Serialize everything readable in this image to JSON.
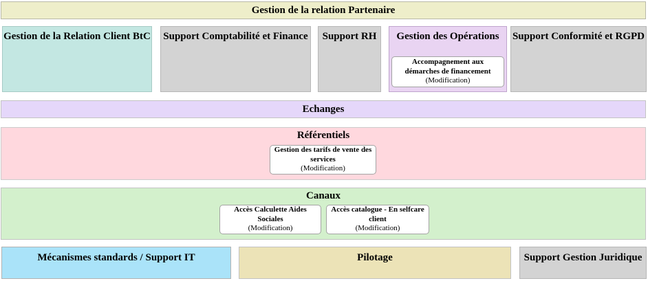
{
  "header": {
    "title": "Gestion de la relation Partenaire"
  },
  "domains": {
    "client_btc": {
      "label": "Gestion de la Relation Client BtC"
    },
    "compta_finance": {
      "label": "Support Comptabilité et Finance"
    },
    "rh": {
      "label": "Support RH"
    },
    "operations": {
      "label": "Gestion des Opérations",
      "item": {
        "name": "Accompagnement aux démarches de financement",
        "tag": "(Modification)"
      }
    },
    "conformite_rgpd": {
      "label": "Support Conformité et RGPD"
    }
  },
  "bands": {
    "echanges": {
      "label": "Echanges"
    },
    "referentiels": {
      "label": "Référentiels",
      "items": [
        {
          "name": "Gestion des tarifs de vente des services",
          "tag": "(Modification)"
        }
      ]
    },
    "canaux": {
      "label": "Canaux",
      "items": [
        {
          "name": "Accès Calculette Aides Sociales",
          "tag": "(Modification)"
        },
        {
          "name": "Accès catalogue - En selfcare client",
          "tag": "(Modification)"
        }
      ]
    }
  },
  "footer": {
    "mecanismes": {
      "label": "Mécanismes standards / Support IT"
    },
    "pilotage": {
      "label": "Pilotage"
    },
    "juridique": {
      "label": "Support Gestion Juridique"
    }
  },
  "colors": {
    "header_yellow": "#eeeeca",
    "client_btc_teal": "#c3e7e2",
    "support_gray": "#d3d3d3",
    "operations_purple": "#e9d4f2",
    "echanges_lavender": "#e5d7fa",
    "referentiels_pink": "#ffd8de",
    "canaux_green": "#d3f0cc",
    "mecanismes_blue": "#aae3f9",
    "pilotage_khaki": "#ece3b7",
    "card_white": "#ffffff"
  }
}
